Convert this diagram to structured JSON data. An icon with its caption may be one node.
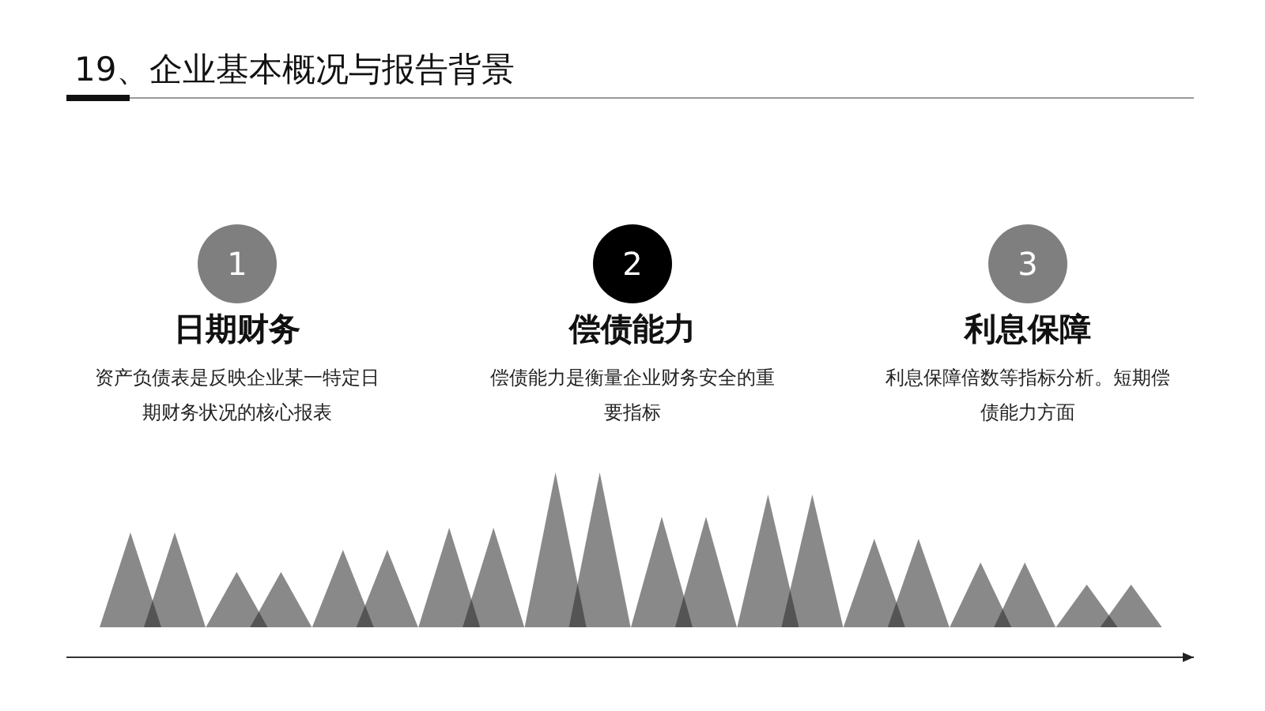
{
  "diagram": {
    "title": "19、企业基本概况与报告背景",
    "nodes": [
      {
        "text": [
          "1"
        ],
        "beside": [
          "日期财务",
          "资产负债表是反映企业某一特定日期财务状况的核心报表"
        ]
      },
      {
        "text": [
          "2"
        ],
        "beside": [
          "偿债能力",
          "偿债能力是衡量企业财务安全的重要指标"
        ]
      },
      {
        "text": [
          "3"
        ],
        "beside": [
          "利息保障",
          "利息保障倍数等指标分析。短期偿债能力方面"
        ]
      }
    ]
  }
}
